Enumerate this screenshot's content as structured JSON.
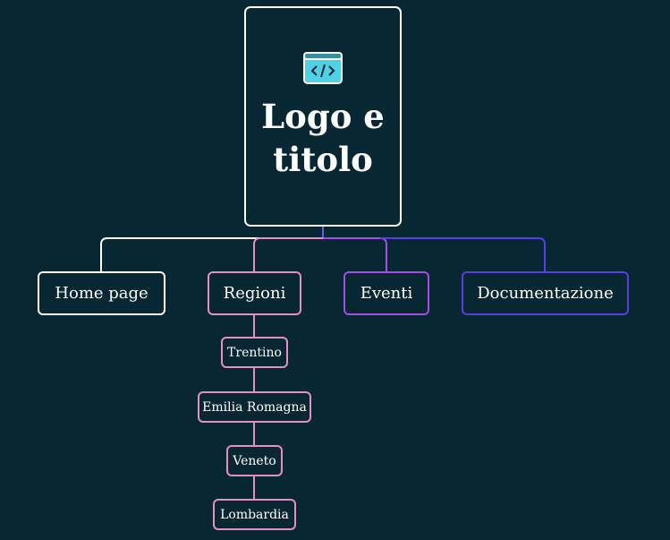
{
  "root": {
    "title": "Logo e titolo",
    "icon": "code-window-icon"
  },
  "branches": [
    {
      "label": "Home page",
      "color": "#ffffff"
    },
    {
      "label": "Regioni",
      "color": "#e58fc4"
    },
    {
      "label": "Eventi",
      "color": "#a24fe3"
    },
    {
      "label": "Documentazione",
      "color": "#5b3ee0"
    }
  ],
  "regioni_children": [
    {
      "label": "Trentino"
    },
    {
      "label": "Emilia Romagna"
    },
    {
      "label": "Veneto"
    },
    {
      "label": "Lombardia"
    }
  ],
  "colors": {
    "background": "#072733",
    "icon_fill": "#4fd1e6"
  }
}
